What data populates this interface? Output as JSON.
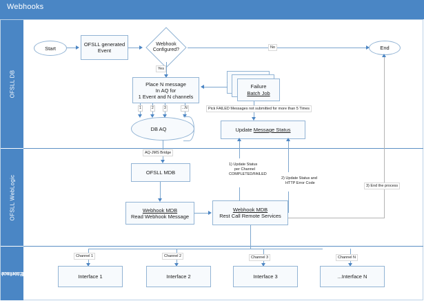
{
  "window": {
    "title": "Webhooks"
  },
  "lanes": [
    {
      "id": "ofsll-db",
      "label": "OFSLL DB"
    },
    {
      "id": "ofsll-weblogic",
      "label": "OFSLL WebLogic"
    },
    {
      "id": "external",
      "label": "External\nInterface"
    },
    {
      "id": "external-line1",
      "label": "External"
    },
    {
      "id": "external-line2",
      "label": "Interface"
    }
  ],
  "nodes": {
    "start": {
      "label": "Start"
    },
    "event": {
      "label": "OFSLL generated Event",
      "line1": "OFSLL generated",
      "line2": "Event"
    },
    "decision": {
      "line1": "Webhook",
      "line2": "Configured?"
    },
    "end": {
      "label": "End"
    },
    "place_message": {
      "line1": "Place N message",
      "line2": "In AQ for",
      "line3": "1 Event and N channels"
    },
    "db_aq": {
      "label": "DB AQ"
    },
    "batch_job": {
      "line1": "Failure",
      "line2": "Batch Job"
    },
    "update_status": {
      "prefix": "Update ",
      "underlined": "Message Status"
    },
    "ofsll_mdb": {
      "label": "OFSLL MDB"
    },
    "webhook_mdb_read": {
      "title": "Webhook MDB",
      "subtitle": "Read Webhook Message"
    },
    "webhook_mdb_rest": {
      "title": "Webhook MDB",
      "subtitle": "Rest Call Remote Services"
    },
    "interface1": {
      "label": "Interface 1"
    },
    "interface2": {
      "label": "Interface 2"
    },
    "interface3": {
      "label": "Interface 3"
    },
    "interfaceN": {
      "label": "...Interface N"
    }
  },
  "edge_labels": {
    "yes": "Yes",
    "no": "No",
    "aq_jms_bridge": "AQ-JMS Bridge",
    "pick_failed": "Pick FAILED Messages not submitted for more than 5 Times",
    "update_status_per_channel": "1) Update Status per Channel COMPLETED/FAILED",
    "update_status_per_channel_l1": "1) Update Status",
    "update_status_per_channel_l2": "per Channel",
    "update_status_per_channel_l3": "COMPLETED/FAILED",
    "update_status_http": "2) Update Status and HTTP Error Code",
    "update_status_http_l1": "2) Update Status and",
    "update_status_http_l2": "HTTP Error Code",
    "end_process": "3) End the process",
    "ch1": "Channel 1",
    "ch2": "Channel 2",
    "ch3": "Channel 3",
    "chN": "Channel N",
    "n1": "1",
    "n2": "2",
    "n3": "3",
    "nN": "...N"
  },
  "colors": {
    "header_blue": "#4a86c5",
    "lane_blue": "#4a86c5",
    "shape_border": "#91b3d4",
    "shape_fill": "#f7fafd",
    "connector": "#7ba5cd",
    "arrow": "#4d86c4",
    "gray_line": "#b3b3b3"
  }
}
